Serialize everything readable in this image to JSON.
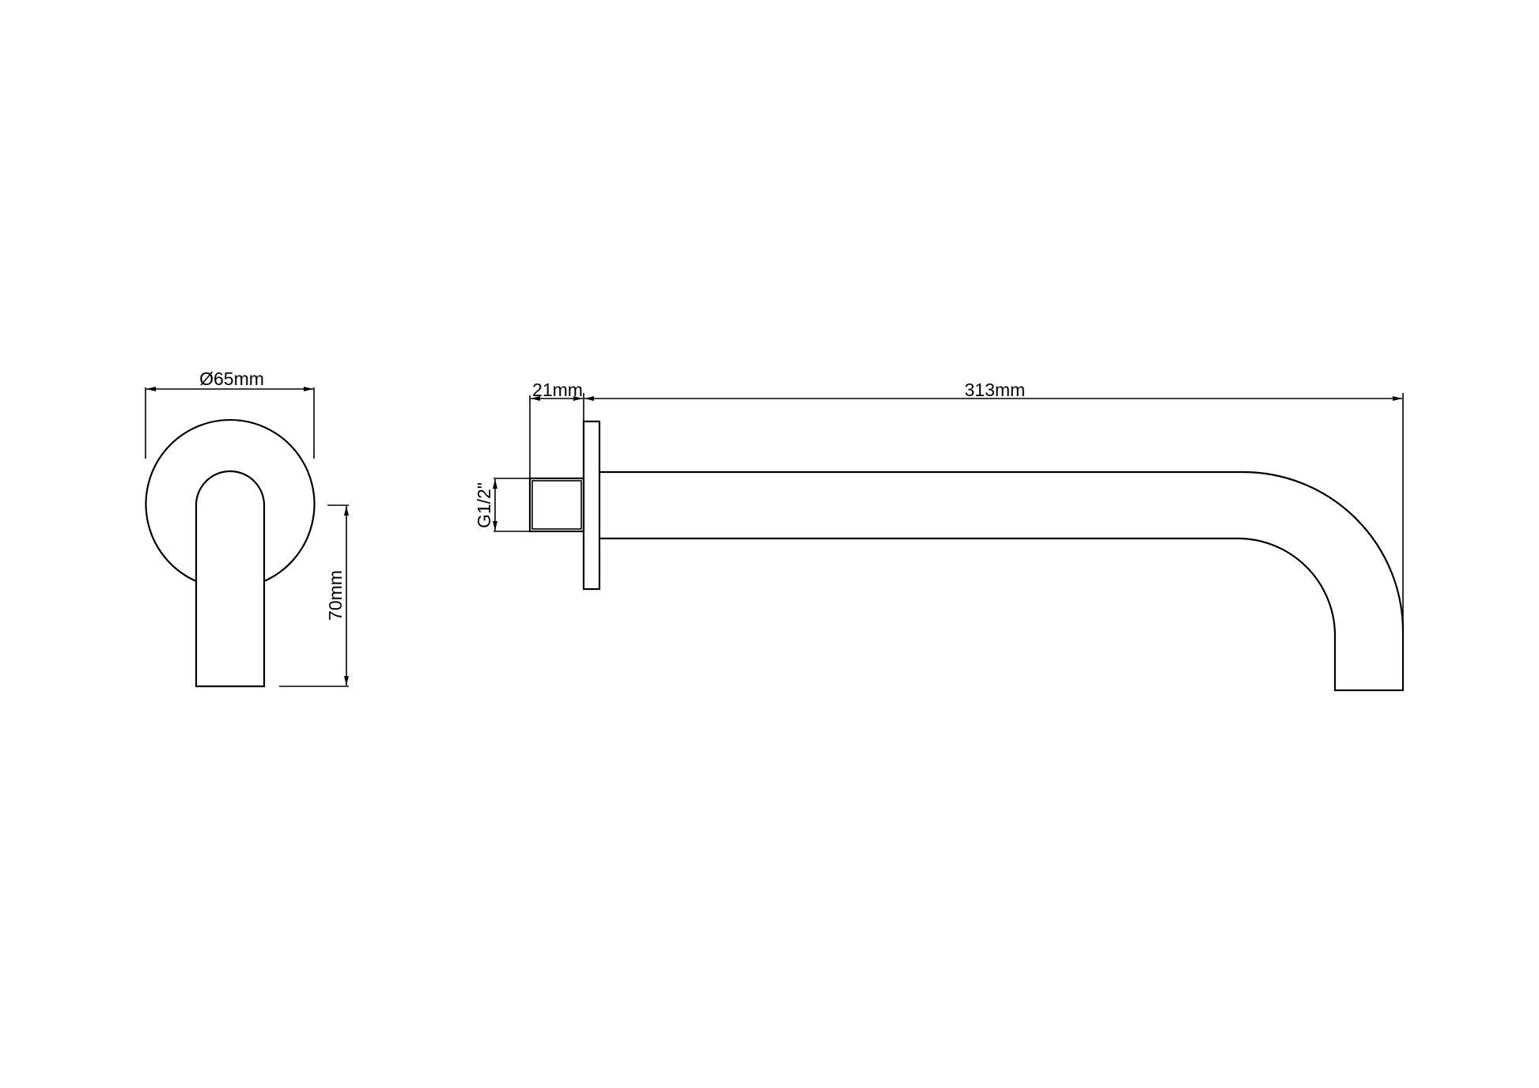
{
  "drawing": {
    "side_view": {
      "diameter_label": "Ø65mm",
      "height_label": "70mm"
    },
    "front_view": {
      "flange_label": "21mm",
      "length_label": "313mm",
      "thread_label": "G1/2\""
    }
  },
  "colors": {
    "line": "#000000",
    "background": "#ffffff"
  }
}
